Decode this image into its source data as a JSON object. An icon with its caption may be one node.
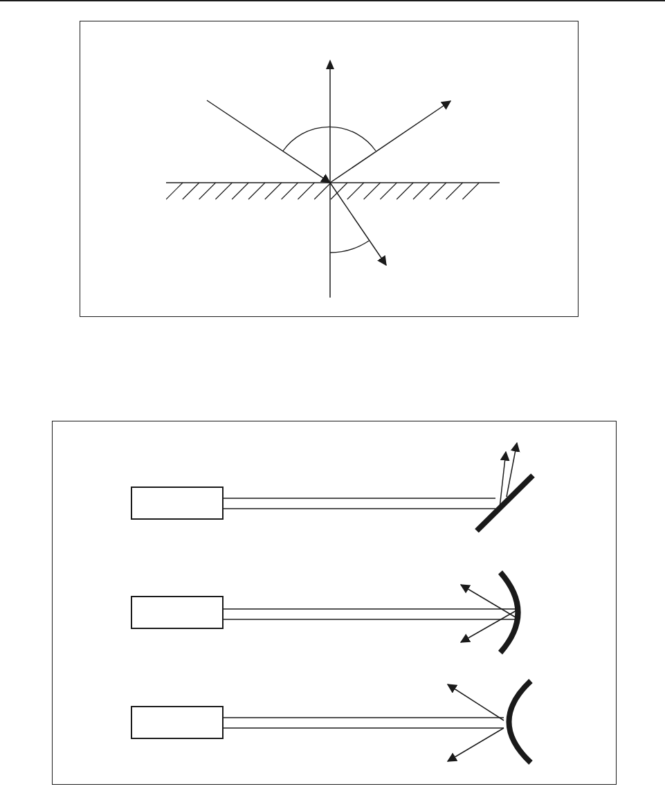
{
  "diagram": {
    "nodes": [
      {
        "text": [],
        "shape": "bar"
      },
      {
        "text": [],
        "shape": "box"
      },
      {
        "text": [],
        "shape": "box"
      },
      {
        "text": [],
        "shape": "box"
      },
      {
        "text": [],
        "shape": "bar"
      },
      {
        "text": [],
        "shape": "arc"
      },
      {
        "text": [],
        "shape": "arc"
      }
    ],
    "edges": [
      {
        "from": null,
        "to": 0,
        "arrow": "to"
      },
      {
        "from": 0,
        "to": null,
        "arrow": "to"
      },
      {
        "from": 0,
        "to": null,
        "arrow": "to"
      },
      {
        "from": 1,
        "to": 4,
        "arrow": "none"
      },
      {
        "from": 4,
        "to": null,
        "arrow": "to"
      },
      {
        "from": 4,
        "to": null,
        "arrow": "to"
      },
      {
        "from": 2,
        "to": 5,
        "arrow": "none"
      },
      {
        "from": 5,
        "to": null,
        "arrow": "to"
      },
      {
        "from": 5,
        "to": null,
        "arrow": "to"
      },
      {
        "from": 3,
        "to": 6,
        "arrow": "none"
      },
      {
        "from": 6,
        "to": null,
        "arrow": "to"
      },
      {
        "from": 6,
        "to": null,
        "arrow": "to"
      }
    ]
  }
}
